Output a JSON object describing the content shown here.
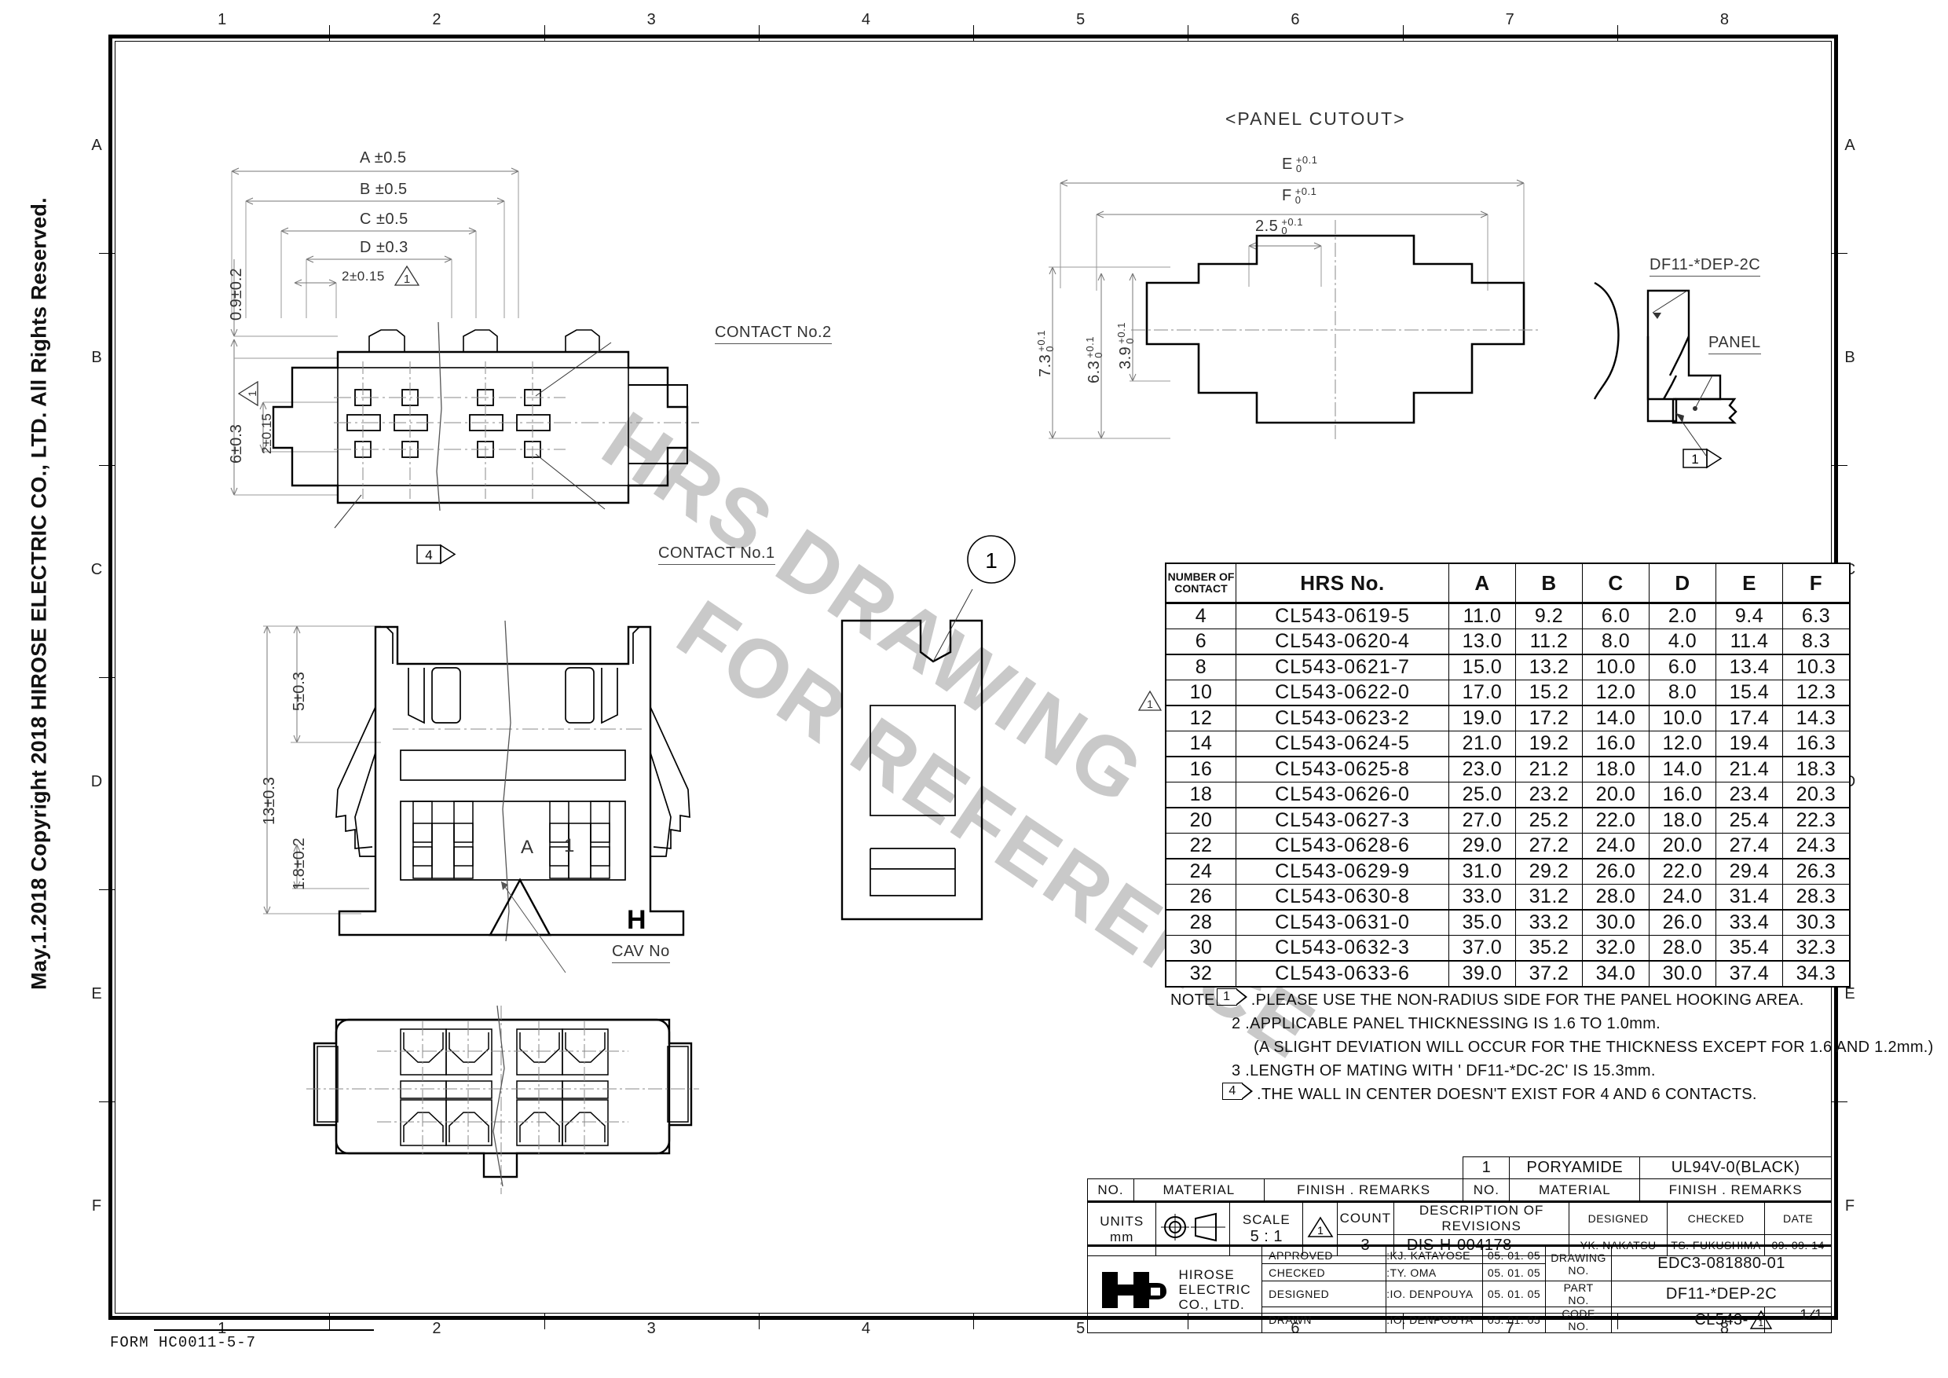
{
  "sheet": {
    "copyright": "May.1.2018  Copyright 2018 HIROSE ELECTRIC CO., LTD. All Rights Reserved.",
    "form_no": "FORM HC0011-5-7",
    "zones_top": [
      "1",
      "2",
      "3",
      "4",
      "5",
      "6",
      "7",
      "8"
    ],
    "zones_bottom": [
      "1",
      "2",
      "3",
      "4",
      "5",
      "6",
      "7",
      "8"
    ],
    "zones_left": [
      "A",
      "B",
      "C",
      "D",
      "E",
      "F"
    ],
    "zones_right": [
      "A",
      "B",
      "C",
      "D",
      "E",
      "F"
    ],
    "watermark": "HRS DRAWING FOR REFERENCE"
  },
  "views": {
    "panel_cutout_title": "<PANEL CUTOUT>",
    "front_view": {
      "dim_a": "A ±0.5",
      "dim_b": "B ±0.5",
      "dim_c": "C ±0.5",
      "dim_d": "D ±0.3",
      "dim_pitch": "2±0.15",
      "dim_pitch_flag": "1",
      "dim_left_top": "0.9±0.2",
      "dim_left_overall": "6±0.3",
      "dim_left_inner": "2±0.15",
      "dim_left_inner_flag": "1",
      "label_contact2": "CONTACT No.2",
      "label_contact1": "CONTACT No.1",
      "flag_4": "4"
    },
    "side_view": {
      "dim_5": "5±0.3",
      "dim_13": "13±0.3",
      "dim_18": "1.8±0.2",
      "cav_label": "CAV No",
      "cav_letter": "A",
      "cav_number": "1"
    },
    "section_view": {
      "balloon": "1"
    },
    "panel_cutout": {
      "dim_e": "E",
      "dim_e_tol_up": "+0.1",
      "dim_e_tol_lo": "0",
      "dim_f": "F",
      "dim_f_tol_up": "+0.1",
      "dim_f_tol_lo": "0",
      "dim_25": "2.5",
      "dim_25_tol_up": "+0.1",
      "dim_25_tol_lo": "0",
      "dim_73": "7.3",
      "dim_73_tol_up": "+0.1",
      "dim_73_tol_lo": "0",
      "dim_63": "6.3",
      "dim_63_tol_up": "+0.1",
      "dim_63_tol_lo": "0",
      "dim_39": "3.9",
      "dim_39_tol_up": "+0.1",
      "dim_39_tol_lo": "0"
    },
    "detail_view": {
      "label_connector": "DF11-*DEP-2C",
      "label_panel": "PANEL",
      "flag_1": "1"
    }
  },
  "spec_table": {
    "headers": [
      "NUMBER OF CONTACT",
      "HRS No.",
      "A",
      "B",
      "C",
      "D",
      "E",
      "F"
    ],
    "header_num_line1": "NUMBER OF",
    "header_num_line2": "CONTACT",
    "rows": [
      {
        "contacts": "4",
        "hrs": "CL543-0619-5",
        "A": "11.0",
        "B": "9.2",
        "C": "6.0",
        "D": "2.0",
        "E": "9.4",
        "F": "6.3"
      },
      {
        "contacts": "6",
        "hrs": "CL543-0620-4",
        "A": "13.0",
        "B": "11.2",
        "C": "8.0",
        "D": "4.0",
        "E": "11.4",
        "F": "8.3"
      },
      {
        "contacts": "8",
        "hrs": "CL543-0621-7",
        "A": "15.0",
        "B": "13.2",
        "C": "10.0",
        "D": "6.0",
        "E": "13.4",
        "F": "10.3"
      },
      {
        "contacts": "10",
        "hrs": "CL543-0622-0",
        "A": "17.0",
        "B": "15.2",
        "C": "12.0",
        "D": "8.0",
        "E": "15.4",
        "F": "12.3"
      },
      {
        "contacts": "12",
        "hrs": "CL543-0623-2",
        "A": "19.0",
        "B": "17.2",
        "C": "14.0",
        "D": "10.0",
        "E": "17.4",
        "F": "14.3"
      },
      {
        "contacts": "14",
        "hrs": "CL543-0624-5",
        "A": "21.0",
        "B": "19.2",
        "C": "16.0",
        "D": "12.0",
        "E": "19.4",
        "F": "16.3"
      },
      {
        "contacts": "16",
        "hrs": "CL543-0625-8",
        "A": "23.0",
        "B": "21.2",
        "C": "18.0",
        "D": "14.0",
        "E": "21.4",
        "F": "18.3"
      },
      {
        "contacts": "18",
        "hrs": "CL543-0626-0",
        "A": "25.0",
        "B": "23.2",
        "C": "20.0",
        "D": "16.0",
        "E": "23.4",
        "F": "20.3"
      },
      {
        "contacts": "20",
        "hrs": "CL543-0627-3",
        "A": "27.0",
        "B": "25.2",
        "C": "22.0",
        "D": "18.0",
        "E": "25.4",
        "F": "22.3"
      },
      {
        "contacts": "22",
        "hrs": "CL543-0628-6",
        "A": "29.0",
        "B": "27.2",
        "C": "24.0",
        "D": "20.0",
        "E": "27.4",
        "F": "24.3"
      },
      {
        "contacts": "24",
        "hrs": "CL543-0629-9",
        "A": "31.0",
        "B": "29.2",
        "C": "26.0",
        "D": "22.0",
        "E": "29.4",
        "F": "26.3"
      },
      {
        "contacts": "26",
        "hrs": "CL543-0630-8",
        "A": "33.0",
        "B": "31.2",
        "C": "28.0",
        "D": "24.0",
        "E": "31.4",
        "F": "28.3"
      },
      {
        "contacts": "28",
        "hrs": "CL543-0631-0",
        "A": "35.0",
        "B": "33.2",
        "C": "30.0",
        "D": "26.0",
        "E": "33.4",
        "F": "30.3"
      },
      {
        "contacts": "30",
        "hrs": "CL543-0632-3",
        "A": "37.0",
        "B": "35.2",
        "C": "32.0",
        "D": "28.0",
        "E": "35.4",
        "F": "32.3"
      },
      {
        "contacts": "32",
        "hrs": "CL543-0633-6",
        "A": "39.0",
        "B": "37.2",
        "C": "34.0",
        "D": "30.0",
        "E": "37.4",
        "F": "34.3"
      }
    ]
  },
  "notes": {
    "label": "NOTE",
    "item1_flag": "1",
    "item1": ".PLEASE USE THE NON-RADIUS SIDE FOR THE PANEL HOOKING AREA.",
    "item2": "2 .APPLICABLE PANEL THICKNESSING IS 1.6 TO 1.0mm.",
    "item2b": "(A SLIGHT DEVIATION WILL OCCUR FOR THE THICKNESS EXCEPT FOR 1.6 AND 1.2mm.)",
    "item3": "3 .LENGTH OF MATING WITH ' DF11-*DC-2C'  IS 15.3mm.",
    "item4_flag": "4",
    "item4": ".THE WALL IN CENTER DOESN'T EXIST FOR 4 AND 6 CONTACTS."
  },
  "title_block": {
    "material_left": {
      "no": "NO.",
      "material": "MATERIAL",
      "finish": "FINISH . REMARKS"
    },
    "material_right": {
      "no": "NO.",
      "material": "MATERIAL",
      "finish": "FINISH . REMARKS",
      "row_no": "1",
      "row_material": "PORYAMIDE",
      "row_finish": "UL94V-0(BLACK)"
    },
    "units_label": "UNITS",
    "units_value": "mm",
    "projection_icon": "first-angle-projection-symbol",
    "scale_label": "SCALE",
    "scale_value": "5 : 1",
    "count_label": "COUNT",
    "count_value": "3",
    "revision_label": "DESCRIPTION OF REVISIONS",
    "revision_value": "DIS-H-004178",
    "designed_label": "DESIGNED",
    "designed_value": "YK. NAKATSU",
    "checked_label": "CHECKED",
    "checked_value": "TS. FUKUSHIMA",
    "date_label": "DATE",
    "date_value": "09. 09. 14",
    "company_logo": "HRS",
    "company_line1": "HIROSE",
    "company_line2": "ELECTRIC",
    "company_line3": "CO., LTD.",
    "approved_label": "APPROVED",
    "approved_value": ":KJ. KATAYOSE",
    "approved_date": "05. 01. 05",
    "checked2_label": "CHECKED",
    "checked2_value": ":TY. OMA",
    "checked2_date": "05. 01. 05",
    "designed2_label": "DESIGNED",
    "designed2_value": ":IO. DENPOUYA",
    "designed2_date": "05. 01. 05",
    "drawn_label": "DRAWN",
    "drawn_value": ":IO. DENPOUYA",
    "drawn_date": "05. 01. 05",
    "drawing_no_label_1": "DRAWING",
    "drawing_no_label_2": "NO.",
    "drawing_no_value": "EDC3-081880-01",
    "part_no_label_1": "PART",
    "part_no_label_2": "NO.",
    "part_no_value": "DF11-*DEP-2C",
    "code_no_label_1": "CODE",
    "code_no_label_2": "NO.",
    "code_no_value": "CL543-",
    "sheet_num": "1",
    "sheet_den": "1"
  }
}
